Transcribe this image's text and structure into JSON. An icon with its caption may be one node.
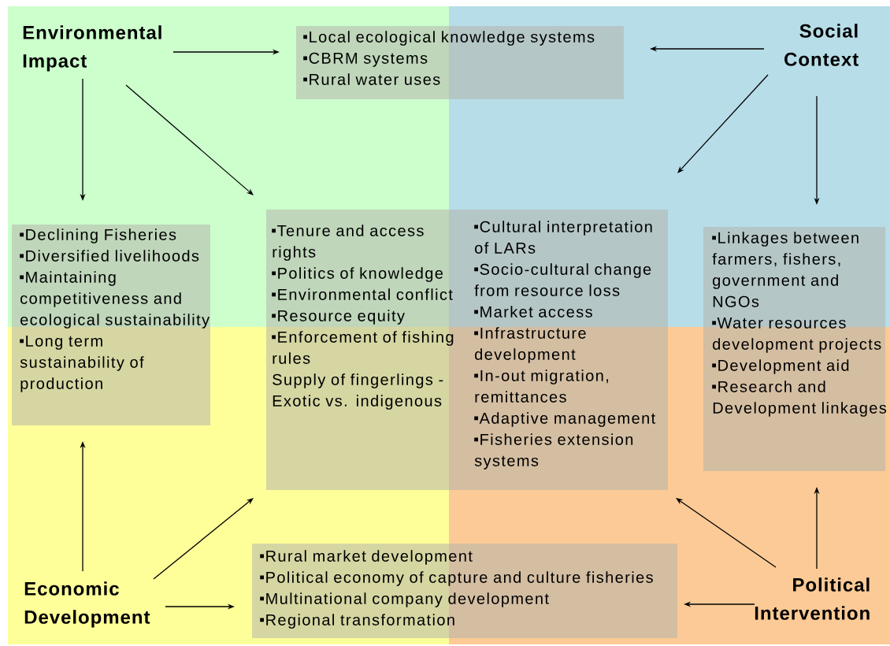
{
  "diagram": {
    "nodes": [
      {
        "text": [
          "Environmental Impact"
        ]
      },
      {
        "text": [
          "Social Context"
        ]
      },
      {
        "text": [
          "Economic Development"
        ]
      },
      {
        "text": [
          "Political Intervention"
        ]
      },
      {
        "text": [
          "Local ecological knowledge systems",
          "CBRM systems",
          "Rural water uses"
        ]
      },
      {
        "text": [
          "Declining Fisheries",
          "Diversified livelihoods",
          "Maintaining competitiveness and ecological sustainability",
          "Long term sustainability of production"
        ]
      },
      {
        "text": [
          "Tenure and access rights",
          "Politics of knowledge",
          "Environmental conflict",
          "Resource equity",
          "Enforcement of fishing rules",
          "Supply of fingerlings - Exotic vs. indigenous",
          "Cultural interpretation of LARs",
          "Socio-cultural change from resource loss",
          "Market access",
          "Infrastructure development",
          "In-out migration, remittances",
          "Adaptive management",
          "Fisheries extension systems"
        ]
      },
      {
        "text": [
          "Linkages between farmers, fishers, government and NGOs",
          "Water resources development projects",
          "Development aid",
          "Research and Development linkages"
        ]
      },
      {
        "text": [
          "Rural market development",
          "Political economy of capture and culture fisheries",
          "Multinational company development",
          "Regional transformation"
        ]
      }
    ],
    "edges": [
      {
        "from": 0,
        "to": 4,
        "arrow": "to"
      },
      {
        "from": 1,
        "to": 4,
        "arrow": "to"
      },
      {
        "from": 0,
        "to": 5,
        "arrow": "to"
      },
      {
        "from": 0,
        "to": 6,
        "arrow": "to"
      },
      {
        "from": 1,
        "to": 6,
        "arrow": "to"
      },
      {
        "from": 1,
        "to": 7,
        "arrow": "to"
      },
      {
        "from": 2,
        "to": 5,
        "arrow": "to"
      },
      {
        "from": 2,
        "to": 6,
        "arrow": "to"
      },
      {
        "from": 2,
        "to": 8,
        "arrow": "to"
      },
      {
        "from": 3,
        "to": 8,
        "arrow": "to"
      },
      {
        "from": 3,
        "to": 6,
        "arrow": "to"
      },
      {
        "from": 3,
        "to": 7,
        "arrow": "to"
      }
    ]
  }
}
